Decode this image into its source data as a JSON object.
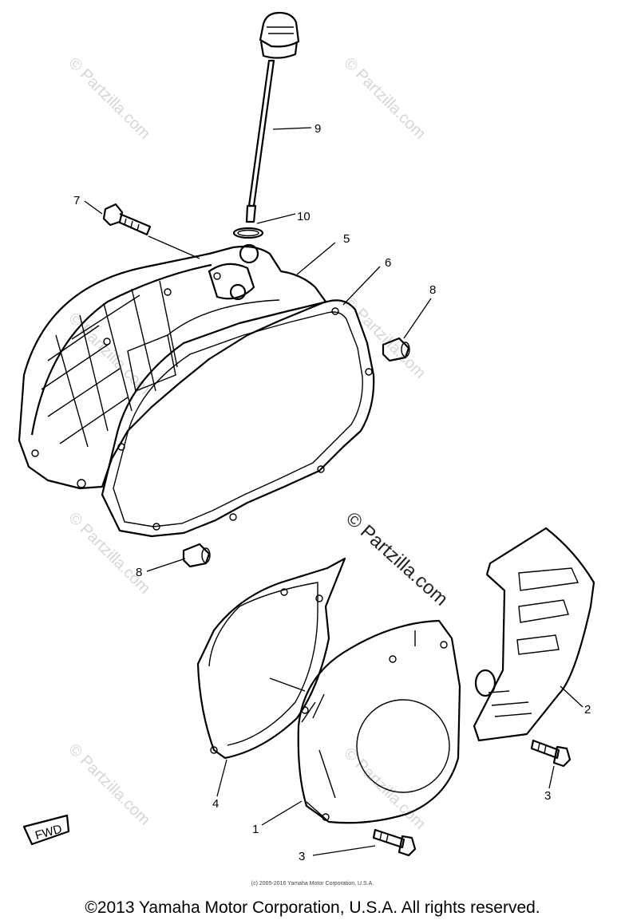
{
  "diagram": {
    "callouts": {
      "c1": "1",
      "c2": "2",
      "c3a": "3",
      "c3b": "3",
      "c4": "4",
      "c5": "5",
      "c6": "6",
      "c7": "7",
      "c8a": "8",
      "c8b": "8",
      "c9": "9",
      "c10": "10"
    },
    "fwd_label": "FWD",
    "watermark_text": "© Partzilla.com"
  },
  "footer": {
    "small_copyright": "(c) 2005-2016 Yamaha Motor Corporation, U.S.A.",
    "copyright": "©2013 Yamaha Motor Corporation, U.S.A. All rights reserved."
  }
}
